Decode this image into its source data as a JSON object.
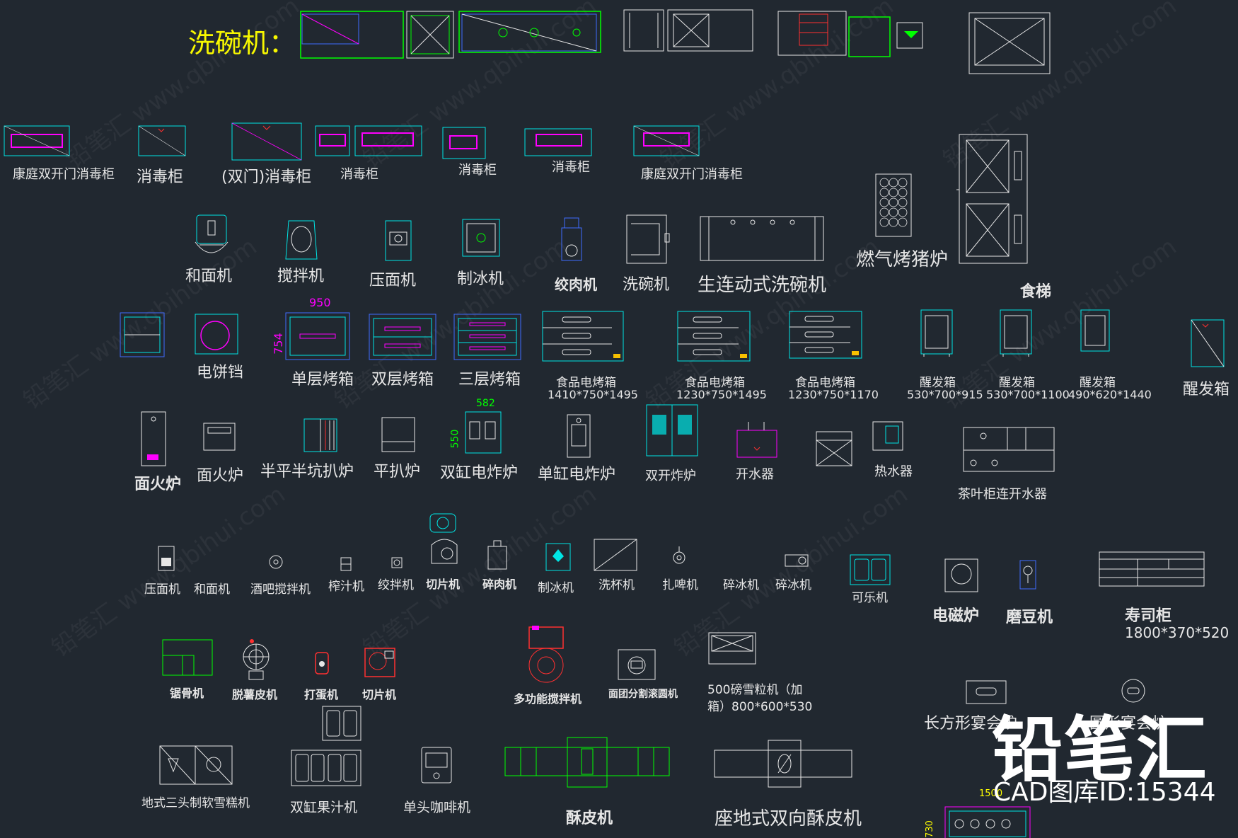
{
  "title": "洗碗机：",
  "brand": {
    "name": "铅笔汇",
    "id_text": "CAD图库ID:15344"
  },
  "watermark": "铅笔汇 www.qbihui.com",
  "dims": {
    "oven_w": "950",
    "oven_h": "754",
    "fryer_w": "582",
    "fryer_h": "550",
    "bottom_w": "1500",
    "bottom_h": "730"
  },
  "row1": [
    "康庭双开门消毒柜",
    "消毒柜",
    "(双门)消毒柜",
    "消毒柜",
    "消毒柜",
    "消毒柜",
    "康庭双开门消毒柜"
  ],
  "row2": [
    "和面机",
    "搅拌机",
    "压面机",
    "制冰机",
    "绞肉机",
    "洗碗机",
    "生连动式洗碗机",
    "燃气烤猪炉",
    "食梯"
  ],
  "row3": {
    "items": [
      "电饼铛",
      "单层烤箱",
      "双层烤箱",
      "三层烤箱"
    ],
    "ovens": [
      {
        "name": "食品电烤箱",
        "size": "1410*750*1495"
      },
      {
        "name": "食品电烤箱",
        "size": "1230*750*1495"
      },
      {
        "name": "食品电烤箱",
        "size": "1230*750*1170"
      }
    ],
    "proofers": [
      {
        "name": "醒发箱",
        "size": "530*700*915"
      },
      {
        "name": "醒发箱",
        "size": "530*700*1100"
      },
      {
        "name": "醒发箱",
        "size": "490*620*1440"
      }
    ],
    "proofer_last": "醒发箱"
  },
  "row4": [
    "面火炉",
    "面火炉",
    "半平半坑扒炉",
    "平扒炉",
    "双缸电炸炉",
    "单缸电炸炉",
    "双开炸炉",
    "开水器",
    "热水器",
    "茶叶柜连开水器"
  ],
  "row5": [
    "压面机",
    "和面机",
    "酒吧搅拌机",
    "榨汁机",
    "绞拌机",
    "切片机",
    "碎肉机",
    "制冰机",
    "洗杯机",
    "扎啤机",
    "碎冰机",
    "碎冰机",
    "可乐机",
    "电磁炉",
    "磨豆机",
    "寿司柜"
  ],
  "sushi_size": "1800*370*520",
  "row6": [
    "锯骨机",
    "脱薯皮机",
    "打蛋机",
    "切片机",
    "多功能搅拌机",
    "面团分割滚圆机",
    "500磅雪粒机（加",
    "箱）800*600*530",
    "长方形宴会炉",
    "圆形宴会炉"
  ],
  "row7": [
    "地式三头制软雪糕机",
    "双缸果汁机",
    "单头咖啡机",
    "酥皮机",
    "座地式双向酥皮机"
  ]
}
